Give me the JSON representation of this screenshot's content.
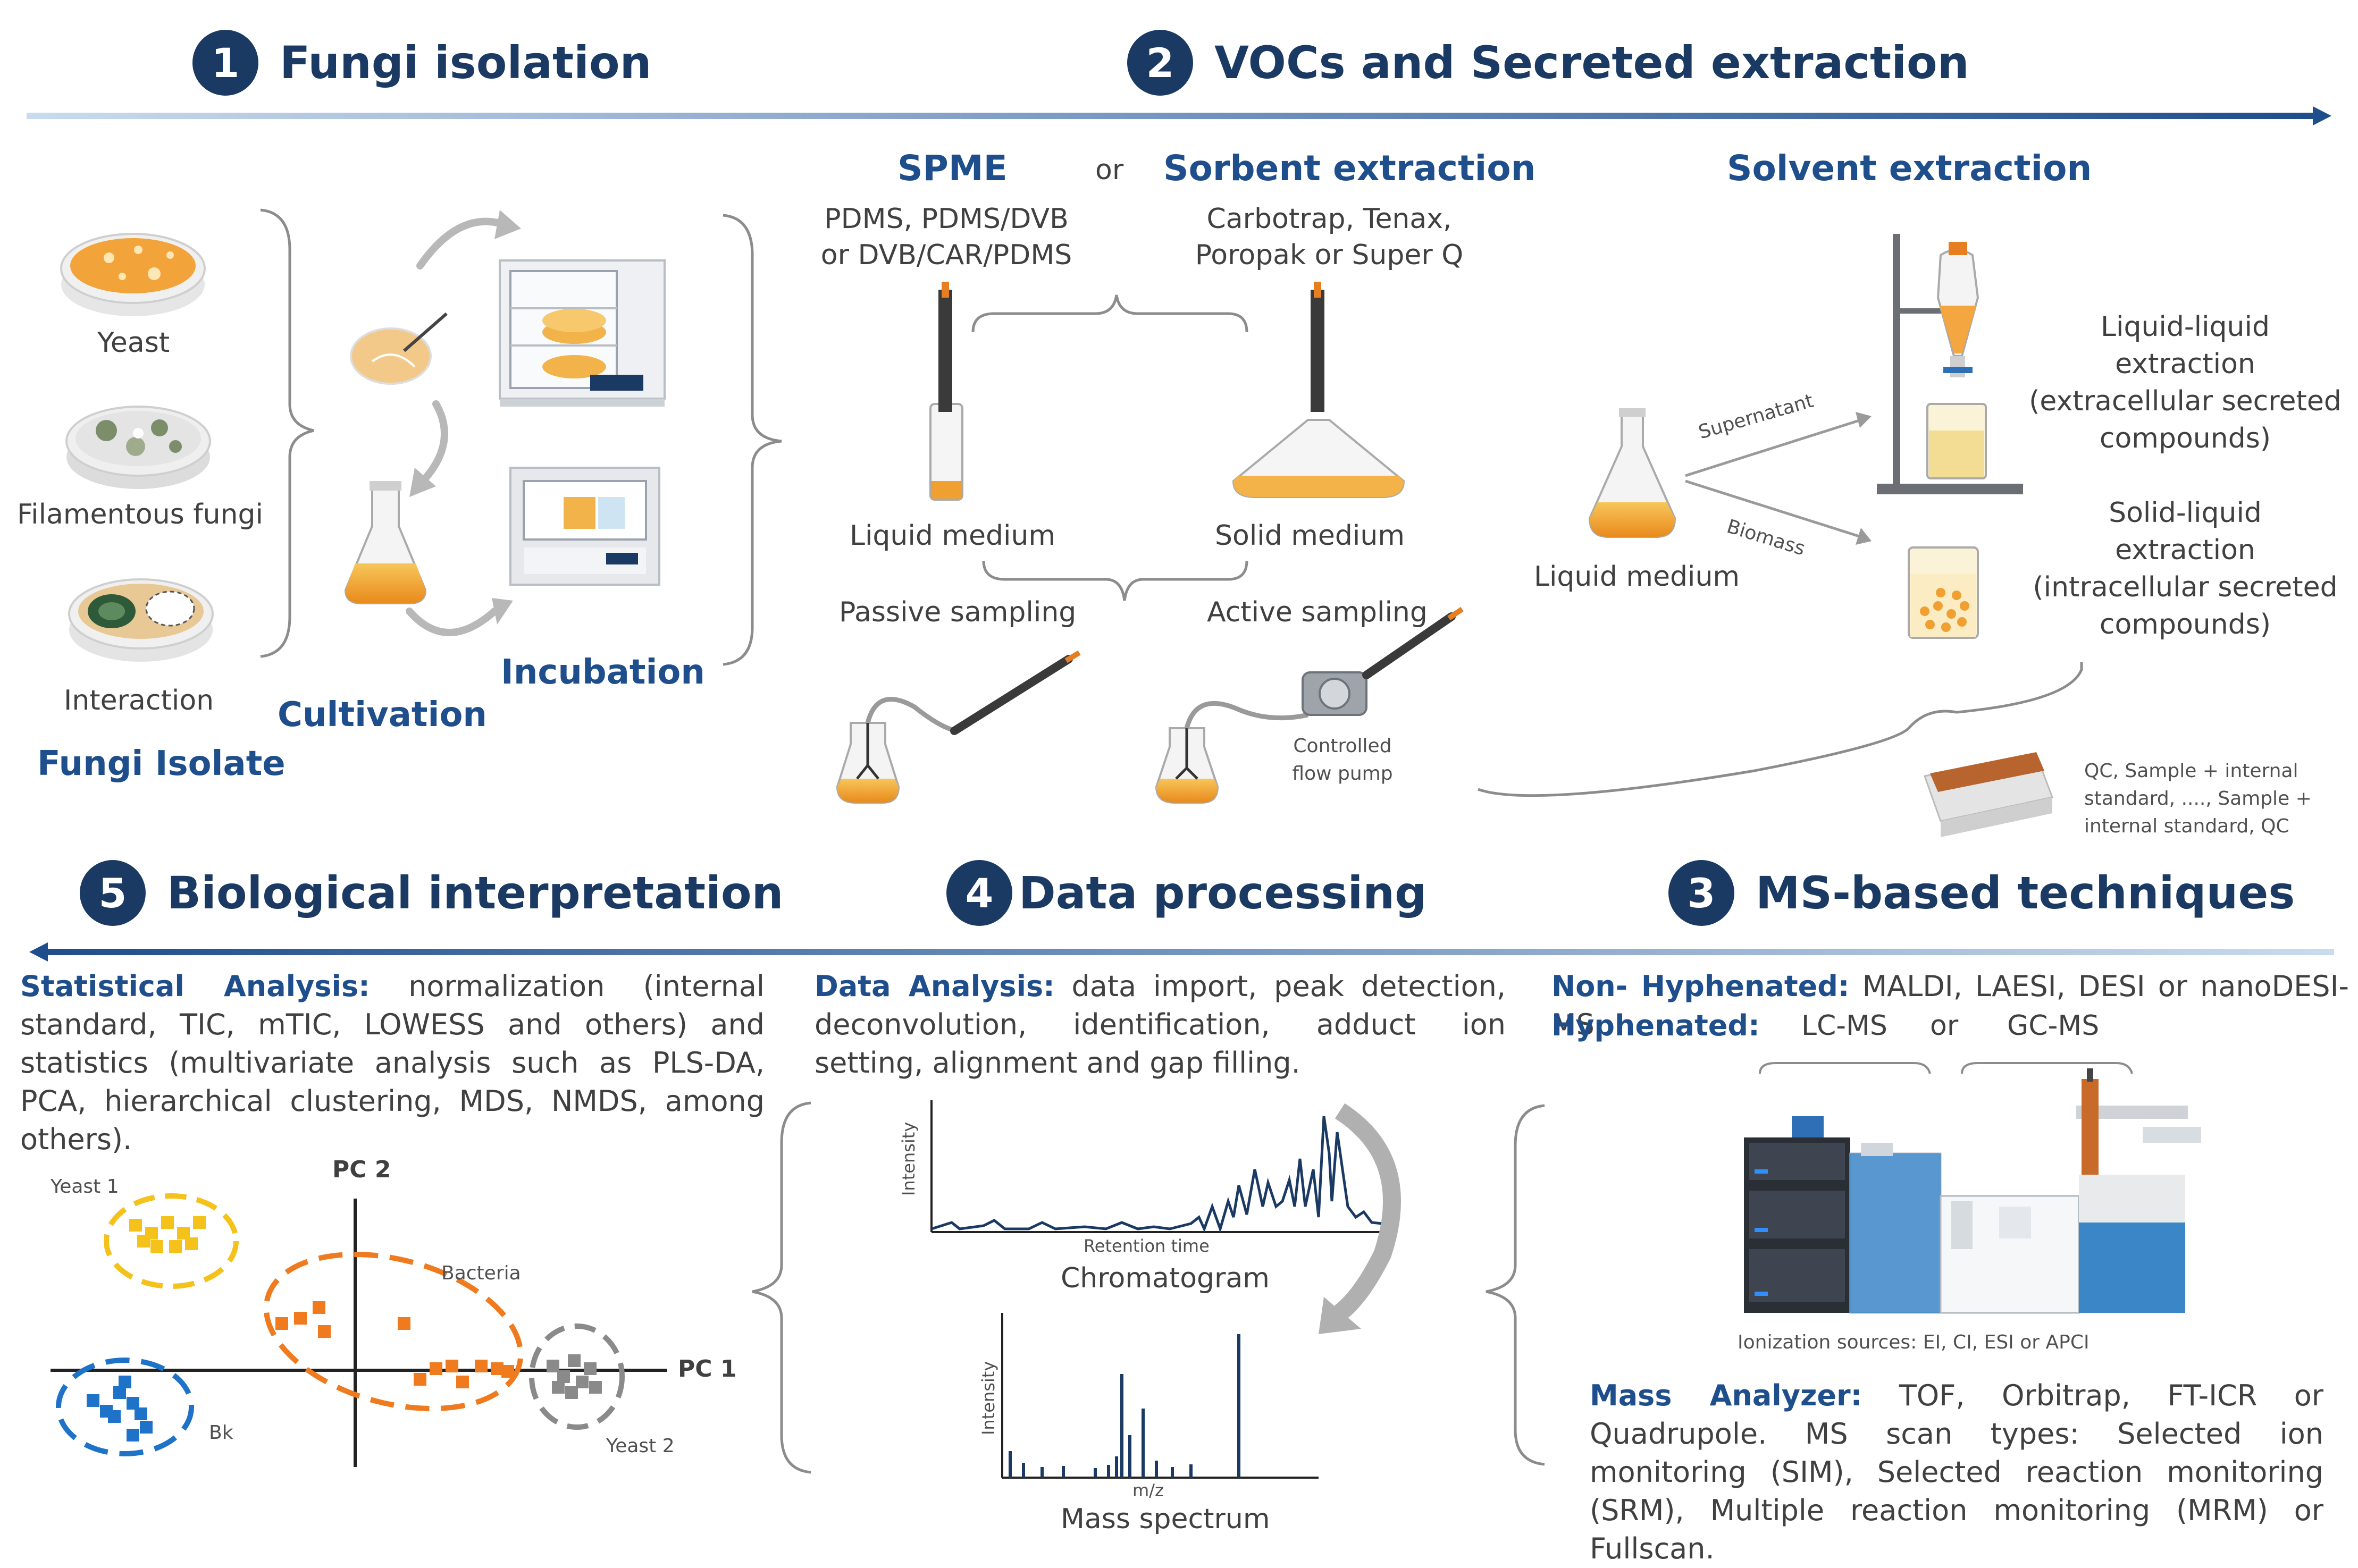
{
  "steps": {
    "s1": {
      "num": "1",
      "title": "Fungi isolation"
    },
    "s2": {
      "num": "2",
      "title": "VOCs and Secreted extraction"
    },
    "s3": {
      "num": "3",
      "title": "MS-based techniques"
    },
    "s4": {
      "num": "4",
      "title": "Data processing"
    },
    "s5": {
      "num": "5",
      "title": "Biological interpretation"
    }
  },
  "fungi": {
    "yeast": "Yeast",
    "filamentous": "Filamentous fungi",
    "interaction": "Interaction",
    "isolate": "Fungi Isolate",
    "cultivation": "Cultivation",
    "incubation": "Incubation"
  },
  "extraction": {
    "spme": "SPME",
    "or": "or",
    "sorbent": "Sorbent extraction",
    "spme_fibers_1": "PDMS, PDMS/DVB",
    "spme_fibers_2": "or DVB/CAR/PDMS",
    "sorbent_types_1": "Carbotrap, Tenax,",
    "sorbent_types_2": "Poropak or Super Q",
    "liquid_medium": "Liquid medium",
    "solid_medium": "Solid medium",
    "passive": "Passive sampling",
    "active": "Active sampling",
    "pump_1": "Controlled",
    "pump_2": "flow pump",
    "solvent": "Solvent extraction",
    "solvent_medium": "Liquid medium",
    "supernatant": "Supernatant",
    "biomass": "Biomass",
    "lle_1": "Liquid-liquid",
    "lle_2": "extraction",
    "lle_3": "(extracellular secreted",
    "lle_4": "compounds)",
    "sle_1": "Solid-liquid",
    "sle_2": "extraction",
    "sle_3": "(intracellular secreted",
    "sle_4": "compounds)",
    "queue_1": "QC, Sample + internal",
    "queue_2": "standard, ...., Sample +",
    "queue_3": "internal standard, QC"
  },
  "stats": {
    "title": "Statistical Analysis:",
    "text": "normalization (internal standard, TIC, mTIC, LOWESS and others) and statistics (multivariate analysis such as PLS-DA, PCA, hierarchical clustering, MDS, NMDS, among others).",
    "pc1": "PC 1",
    "pc2": "PC 2",
    "yeast1": "Yeast 1",
    "yeast2": "Yeast 2",
    "bacteria": "Bacteria",
    "bk": "Bk"
  },
  "data_analysis": {
    "title": "Data Analysis:",
    "text": "data import, peak detection, deconvolution, identification, adduct ion setting, alignment and gap filling.",
    "intensity": "Intensity",
    "retention": "Retention time",
    "chromatogram": "Chromatogram",
    "mz": "m/z",
    "mass_spectrum": "Mass spectrum"
  },
  "ms": {
    "nonhyph_title": "Non- Hyphenated:",
    "nonhyph_text": "MALDI, LAESI, DESI or nanoDESI-MS",
    "hyph_title": "Hyphenated:",
    "lcms": "LC-MS",
    "or": "or",
    "gcms": "GC-MS",
    "ion_sources": "Ionization sources: EI, CI, ESI or APCI",
    "analyzer_title": "Mass Analyzer:",
    "analyzer_text": "TOF, Orbitrap, FT-ICR or Quadrupole.",
    "scan_text": "MS scan types: Selected ion monitoring (SIM), Selected reaction monitoring (SRM), Multiple reaction monitoring (MRM) or Fullscan."
  },
  "colors": {
    "navy": "#1b3a63",
    "heading_blue": "#1f4e8c",
    "orange": "#f07a1e",
    "yellow": "#f5c21b",
    "blue_cluster": "#1e73c8",
    "gray_cluster": "#8a8a8a"
  }
}
